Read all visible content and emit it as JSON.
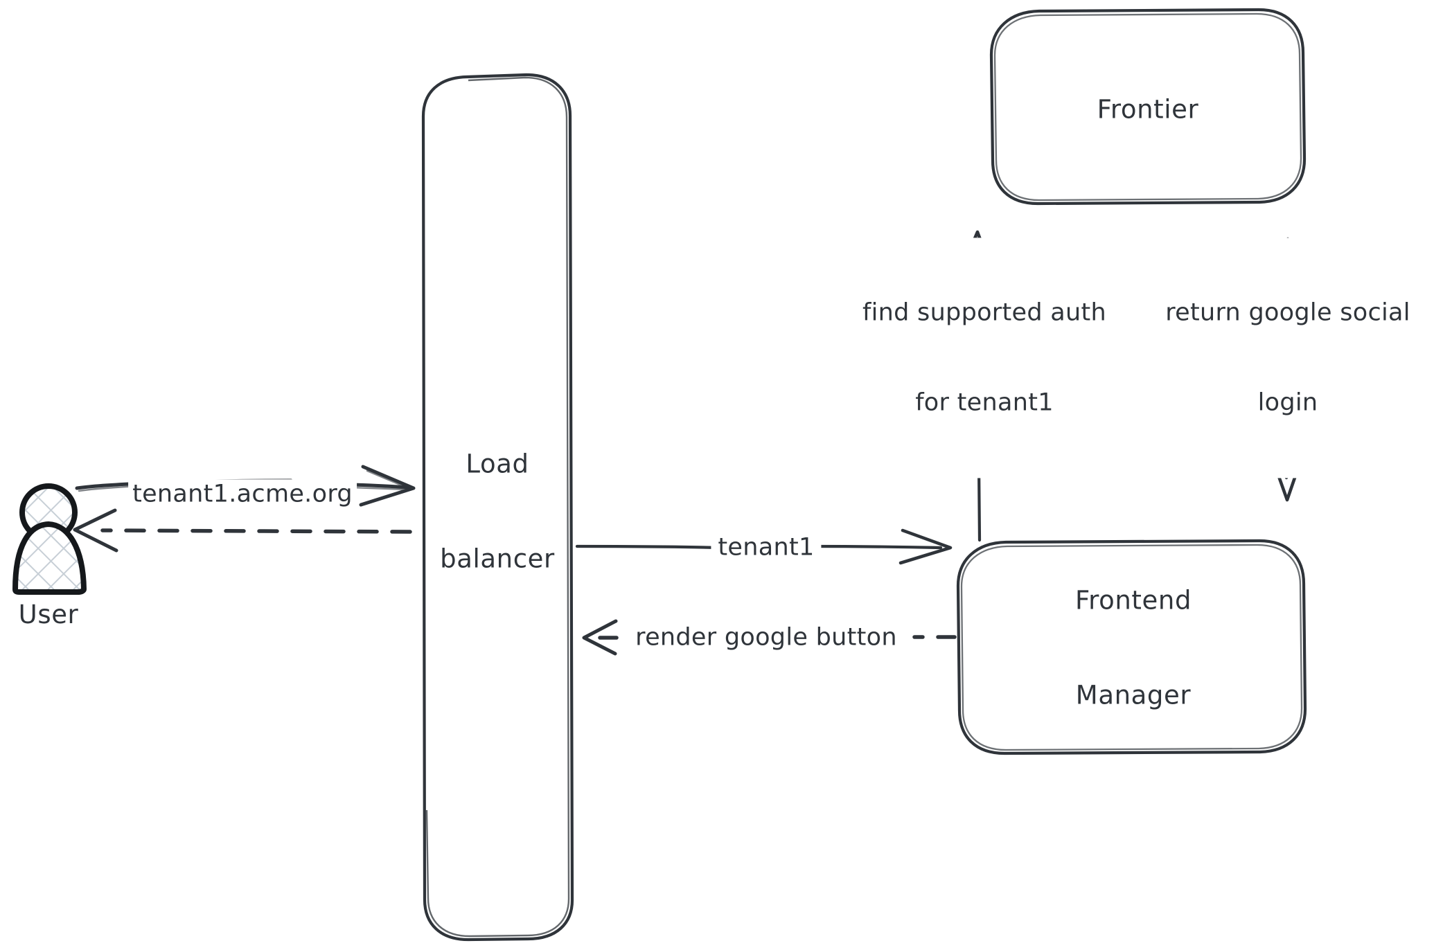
{
  "diagram": {
    "type": "flow-diagram",
    "style": "hand-drawn-sketch",
    "background_color": "#ffffff",
    "stroke_color": "#2f343a",
    "text_color": "#2f343a",
    "hatch_color": "#c9d1d9"
  },
  "actors": [
    {
      "id": "user",
      "name": "user-actor",
      "label": "User",
      "shape": "person-figure-hatched"
    }
  ],
  "nodes": [
    {
      "id": "load-balancer",
      "name": "load-balancer-node",
      "label": "Load\nbalancer",
      "label_line1": "Load",
      "label_line2": "balancer",
      "shape": "tall-rounded-rectangle"
    },
    {
      "id": "frontier",
      "name": "frontier-node",
      "label": "Frontier",
      "label_line1": "Frontier",
      "label_line2": "",
      "shape": "rounded-rectangle"
    },
    {
      "id": "frontend-manager",
      "name": "frontend-manager-node",
      "label": "Frontend\nManager",
      "label_line1": "Frontend",
      "label_line2": "Manager",
      "shape": "rounded-rectangle"
    }
  ],
  "edges": [
    {
      "id": "user-to-lb",
      "name": "edge-user-to-load-balancer",
      "label": "tenant1.acme.org",
      "from": "user",
      "to": "load-balancer",
      "line_style": "solid",
      "direction": "right"
    },
    {
      "id": "lb-to-user",
      "name": "edge-load-balancer-to-user",
      "label": "",
      "from": "load-balancer",
      "to": "user",
      "line_style": "dashed",
      "direction": "left"
    },
    {
      "id": "lb-to-fm",
      "name": "edge-load-balancer-to-frontend-manager",
      "label": "tenant1",
      "from": "load-balancer",
      "to": "frontend-manager",
      "line_style": "solid",
      "direction": "right"
    },
    {
      "id": "fm-to-lb",
      "name": "edge-frontend-manager-to-load-balancer",
      "label": "render google button",
      "from": "frontend-manager",
      "to": "load-balancer",
      "line_style": "dashed",
      "direction": "left"
    },
    {
      "id": "fm-to-frontier",
      "name": "edge-frontend-manager-to-frontier",
      "label": "find supported auth\nfor tenant1",
      "label_line1": "find supported auth",
      "label_line2": "for tenant1",
      "from": "frontend-manager",
      "to": "frontier",
      "line_style": "solid",
      "direction": "up"
    },
    {
      "id": "frontier-to-fm",
      "name": "edge-frontier-to-frontend-manager",
      "label": "return google social\nlogin",
      "label_line1": "return google social",
      "label_line2": "login",
      "from": "frontier",
      "to": "frontend-manager",
      "line_style": "dashed",
      "direction": "down"
    }
  ]
}
